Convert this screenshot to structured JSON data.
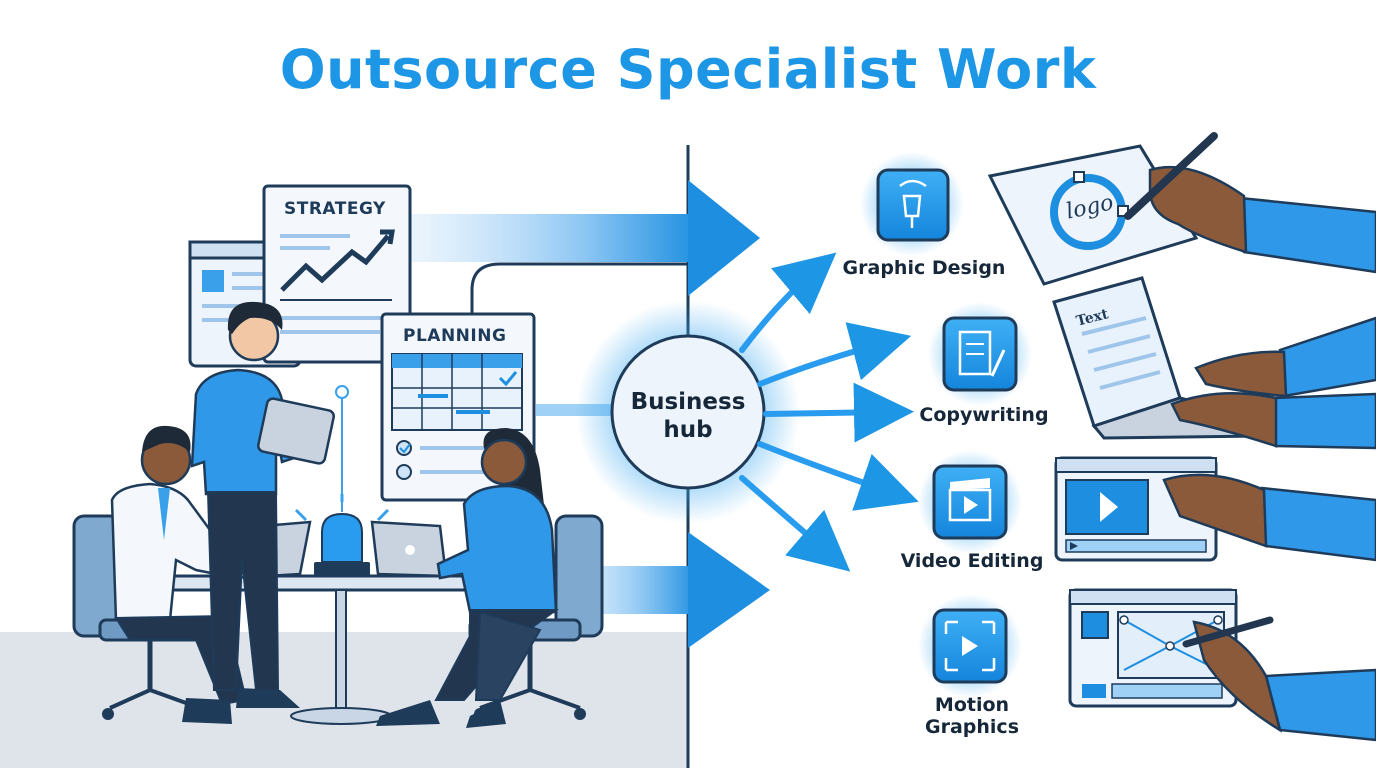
{
  "title": "Outsource Specialist Work",
  "hub": {
    "line1": "Business",
    "line2": "hub"
  },
  "documents": {
    "strategy": "STRATEGY",
    "planning": "PLANNING"
  },
  "services": [
    {
      "label": "Graphic Design",
      "icon": "pen-tool-icon"
    },
    {
      "label": "Copywriting",
      "icon": "document-pencil-icon"
    },
    {
      "label": "Video Editing",
      "icon": "clapperboard-play-icon"
    },
    {
      "label_line1": "Motion",
      "label_line2": "Graphics",
      "icon": "expand-play-icon"
    }
  ],
  "artifacts": {
    "logo_text": "logo",
    "text_doc": "Text"
  },
  "colors": {
    "accent": "#1e96e6",
    "dark": "#17273a",
    "outline": "#1f3b5a",
    "light": "#dbe9f7"
  }
}
